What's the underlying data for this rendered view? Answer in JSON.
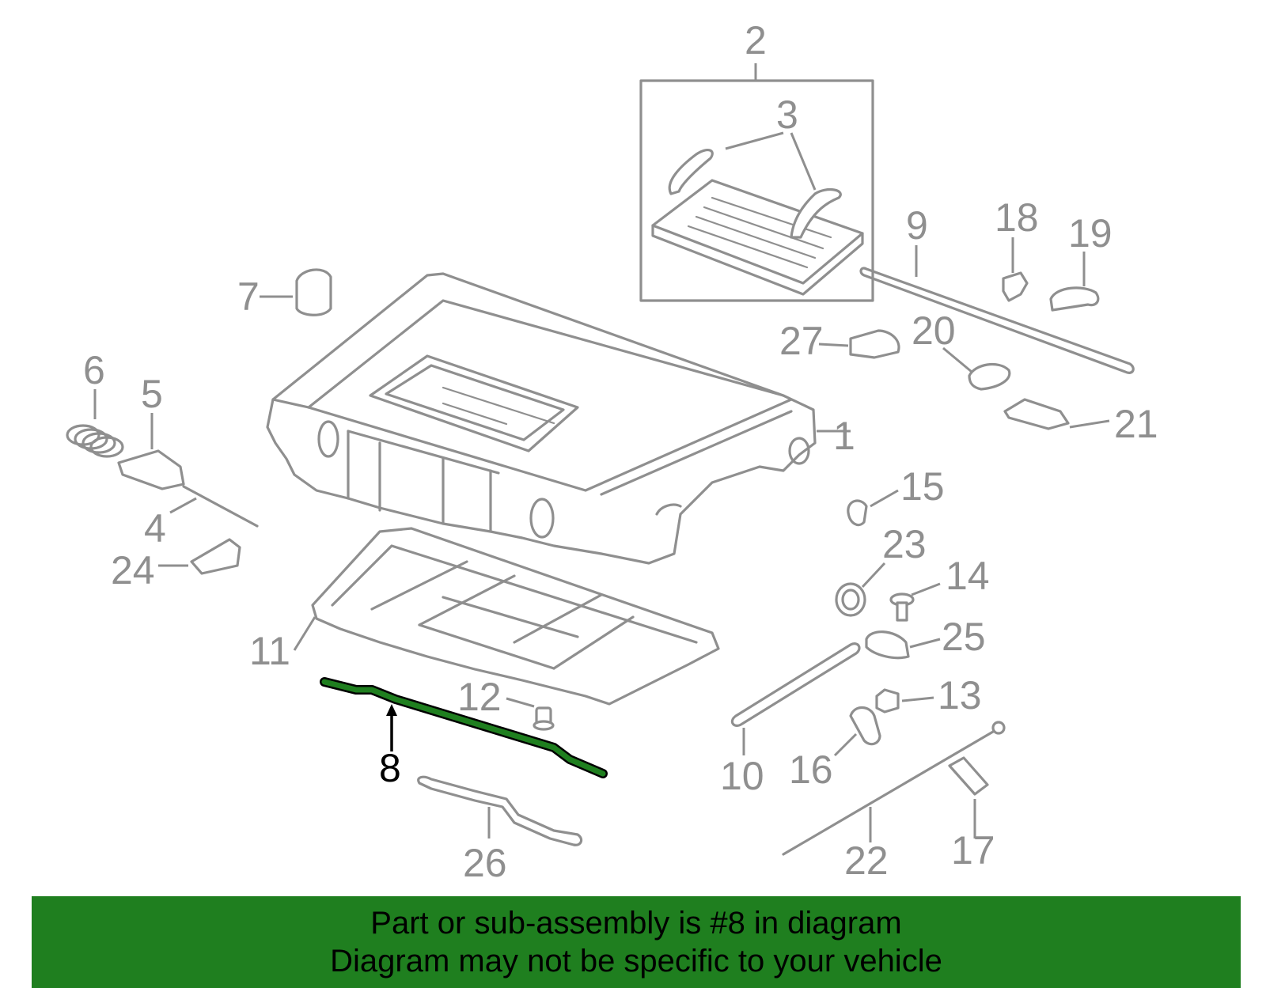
{
  "diagram": {
    "highlight_color": "#1f7f1f",
    "line_color": "#8f8f8f",
    "highlighted_part": "8",
    "callouts": [
      "1",
      "2",
      "3",
      "4",
      "5",
      "6",
      "7",
      "8",
      "9",
      "10",
      "11",
      "12",
      "13",
      "14",
      "15",
      "16",
      "17",
      "18",
      "19",
      "20",
      "21",
      "22",
      "23",
      "24",
      "25",
      "26",
      "27"
    ]
  },
  "banner": {
    "line1": "Part or sub-assembly is #8 in diagram",
    "line2": "Diagram may not be specific to your vehicle",
    "background": "#1f7f1f"
  }
}
